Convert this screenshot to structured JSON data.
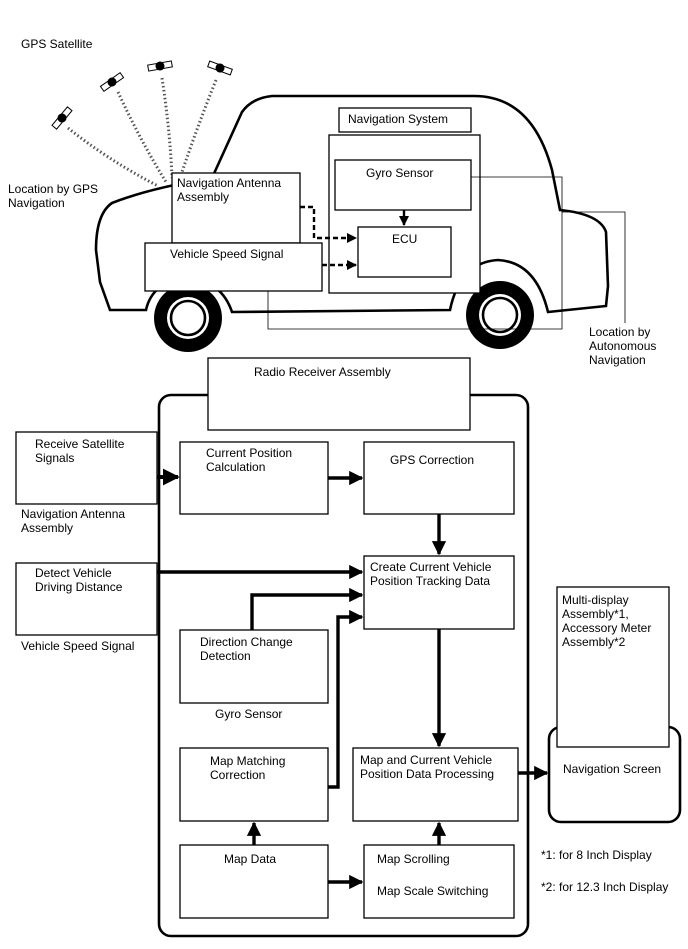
{
  "top": {
    "gps_satellite": "GPS Satellite",
    "location_gps": "Location by GPS\nNavigation",
    "navigation_system": "Navigation System",
    "gyro_sensor": "Gyro Sensor",
    "ecu": "ECU",
    "nav_antenna_assembly": "Navigation Antenna\nAssembly",
    "vehicle_speed_signal": "Vehicle Speed Signal",
    "location_autonomous": "Location by\nAutonomous\nNavigation"
  },
  "bottom": {
    "radio_receiver": "Radio Receiver Assembly",
    "receive_satellite": "Receive Satellite\nSignals",
    "nav_antenna_caption": "Navigation Antenna\nAssembly",
    "detect_distance": "Detect Vehicle\nDriving Distance",
    "vehicle_speed_caption": "Vehicle Speed Signal",
    "current_position_calc": "Current Position\nCalculation",
    "gps_correction": "GPS Correction",
    "create_tracking": "Create Current Vehicle\nPosition Tracking Data",
    "direction_change": "Direction Change\nDetection",
    "gyro_caption": "Gyro Sensor",
    "map_matching": "Map Matching\nCorrection",
    "map_processing": "Map and Current Vehicle\nPosition Data Processing",
    "map_data": "Map Data",
    "map_scrolling": "Map Scrolling",
    "map_scale": "Map Scale Switching",
    "multi_display": "Multi-display\nAssembly*1,\nAccessory Meter\nAssembly*2",
    "navigation_screen": "Navigation Screen",
    "note1": "*1: for 8 Inch Display",
    "note2": "*2: for 12.3 Inch Display"
  }
}
